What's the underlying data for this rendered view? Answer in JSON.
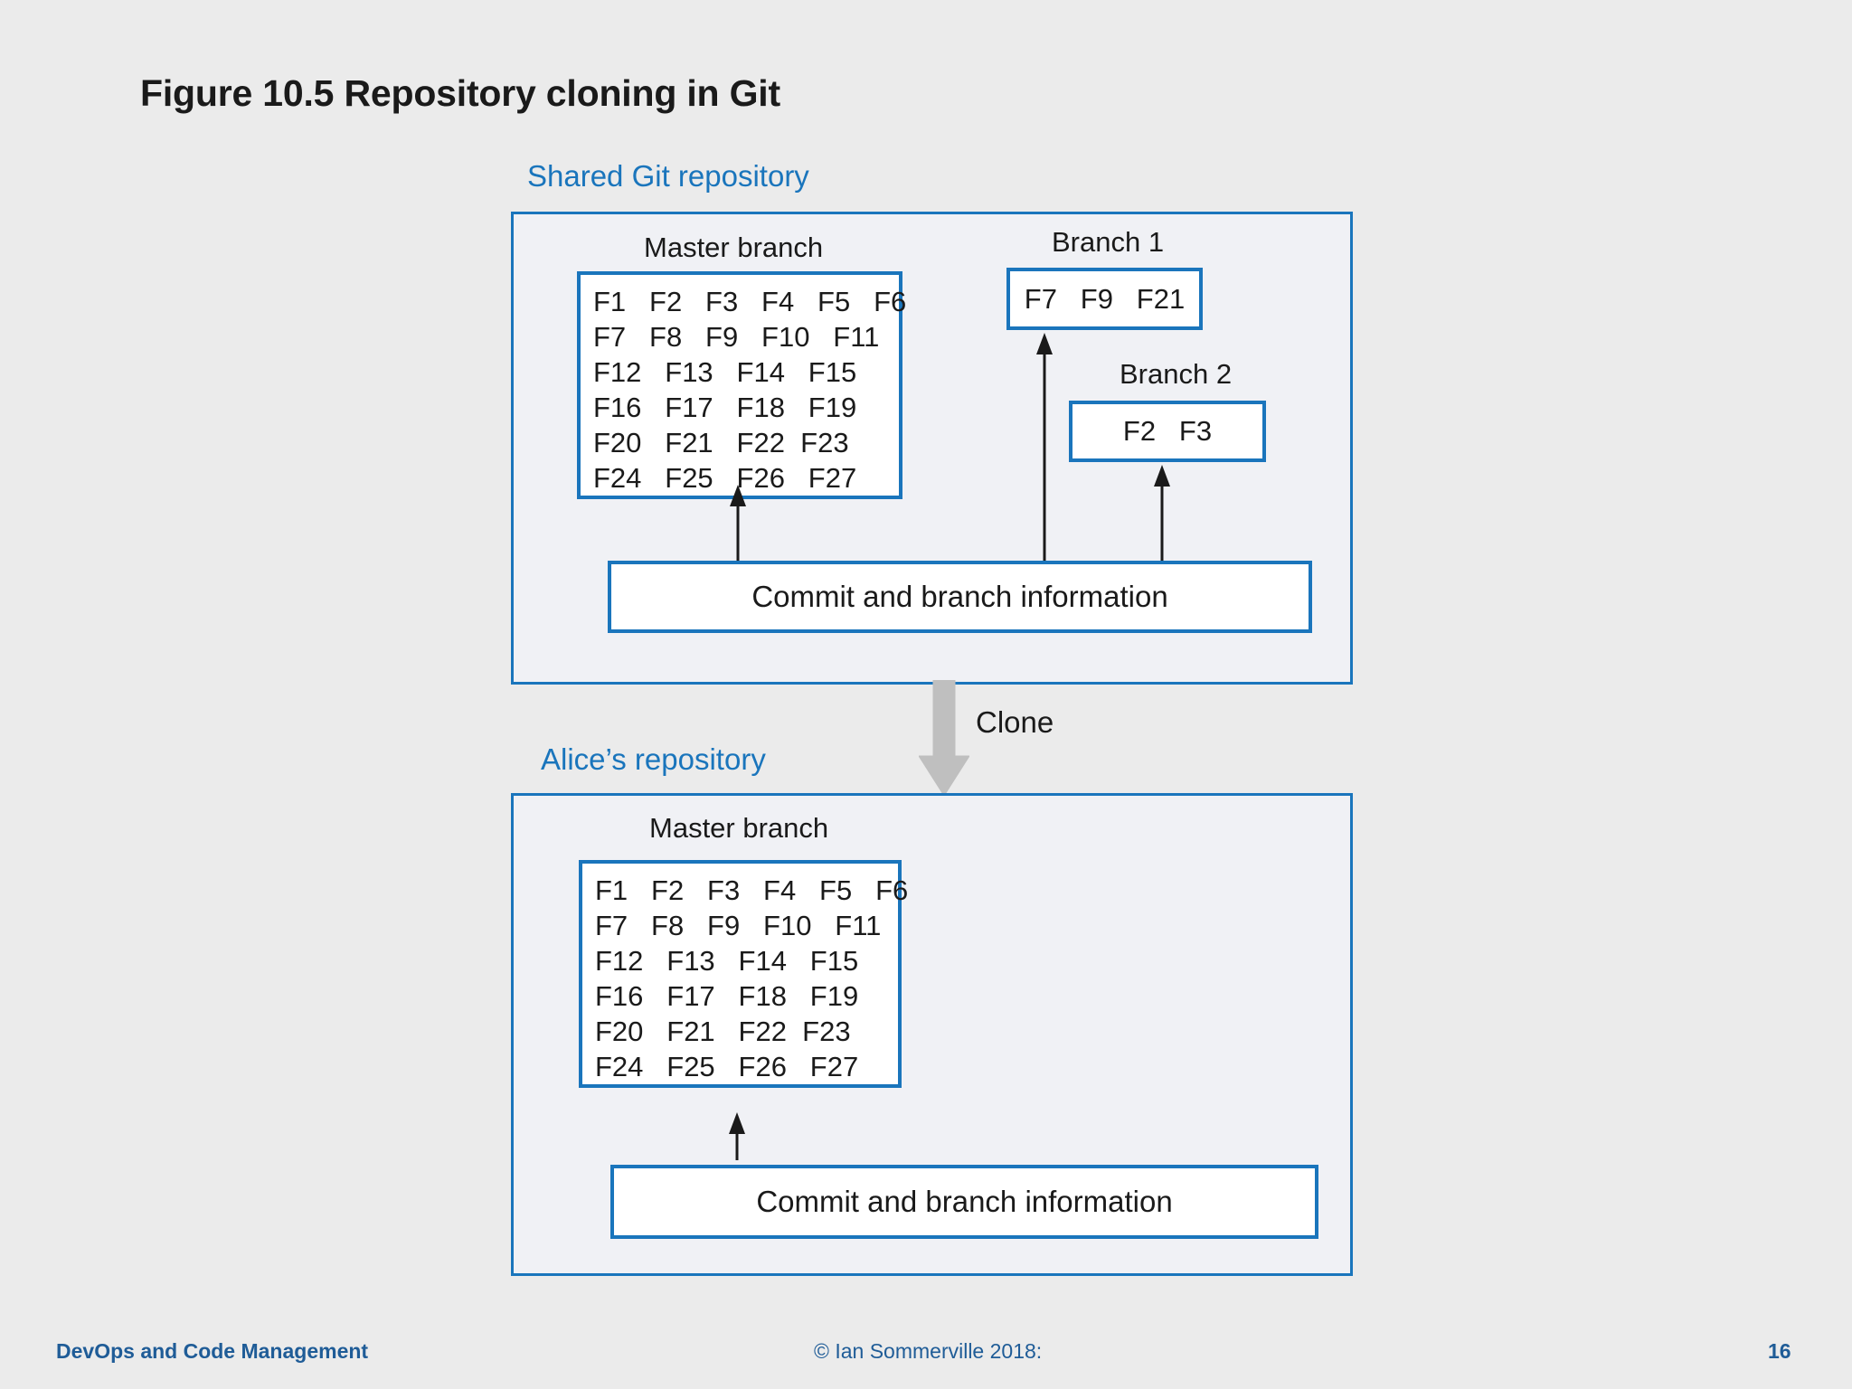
{
  "slide": {
    "title": "Figure 10.5 Repository cloning in Git",
    "accent_color": "#1a75bc",
    "background_color": "#ebebeb",
    "clone_label": "Clone"
  },
  "shared_repo": {
    "label": "Shared Git repository",
    "master_branch": {
      "caption": "Master branch",
      "rows": [
        "F1   F2   F3   F4   F5   F6",
        "F7   F8   F9   F10   F11",
        "F12   F13   F14   F15",
        "F16   F17   F18   F19",
        "F20   F21   F22  F23",
        "F24   F25   F26   F27"
      ]
    },
    "branch1": {
      "caption": "Branch 1",
      "files": "F7   F9   F21"
    },
    "branch2": {
      "caption": "Branch 2",
      "files": "F2   F3"
    },
    "commit_info": "Commit and branch information"
  },
  "alice_repo": {
    "label": "Alice’s repository",
    "master_branch": {
      "caption": "Master branch",
      "rows": [
        "F1   F2   F3   F4   F5   F6",
        "F7   F8   F9   F10   F11",
        "F12   F13   F14   F15",
        "F16   F17   F18   F19",
        "F20   F21   F22  F23",
        "F24   F25   F26   F27"
      ]
    },
    "commit_info": "Commit and branch information"
  },
  "footer": {
    "left": "DevOps and Code Management",
    "center": "© Ian Sommerville 2018:",
    "page_number": "16"
  }
}
